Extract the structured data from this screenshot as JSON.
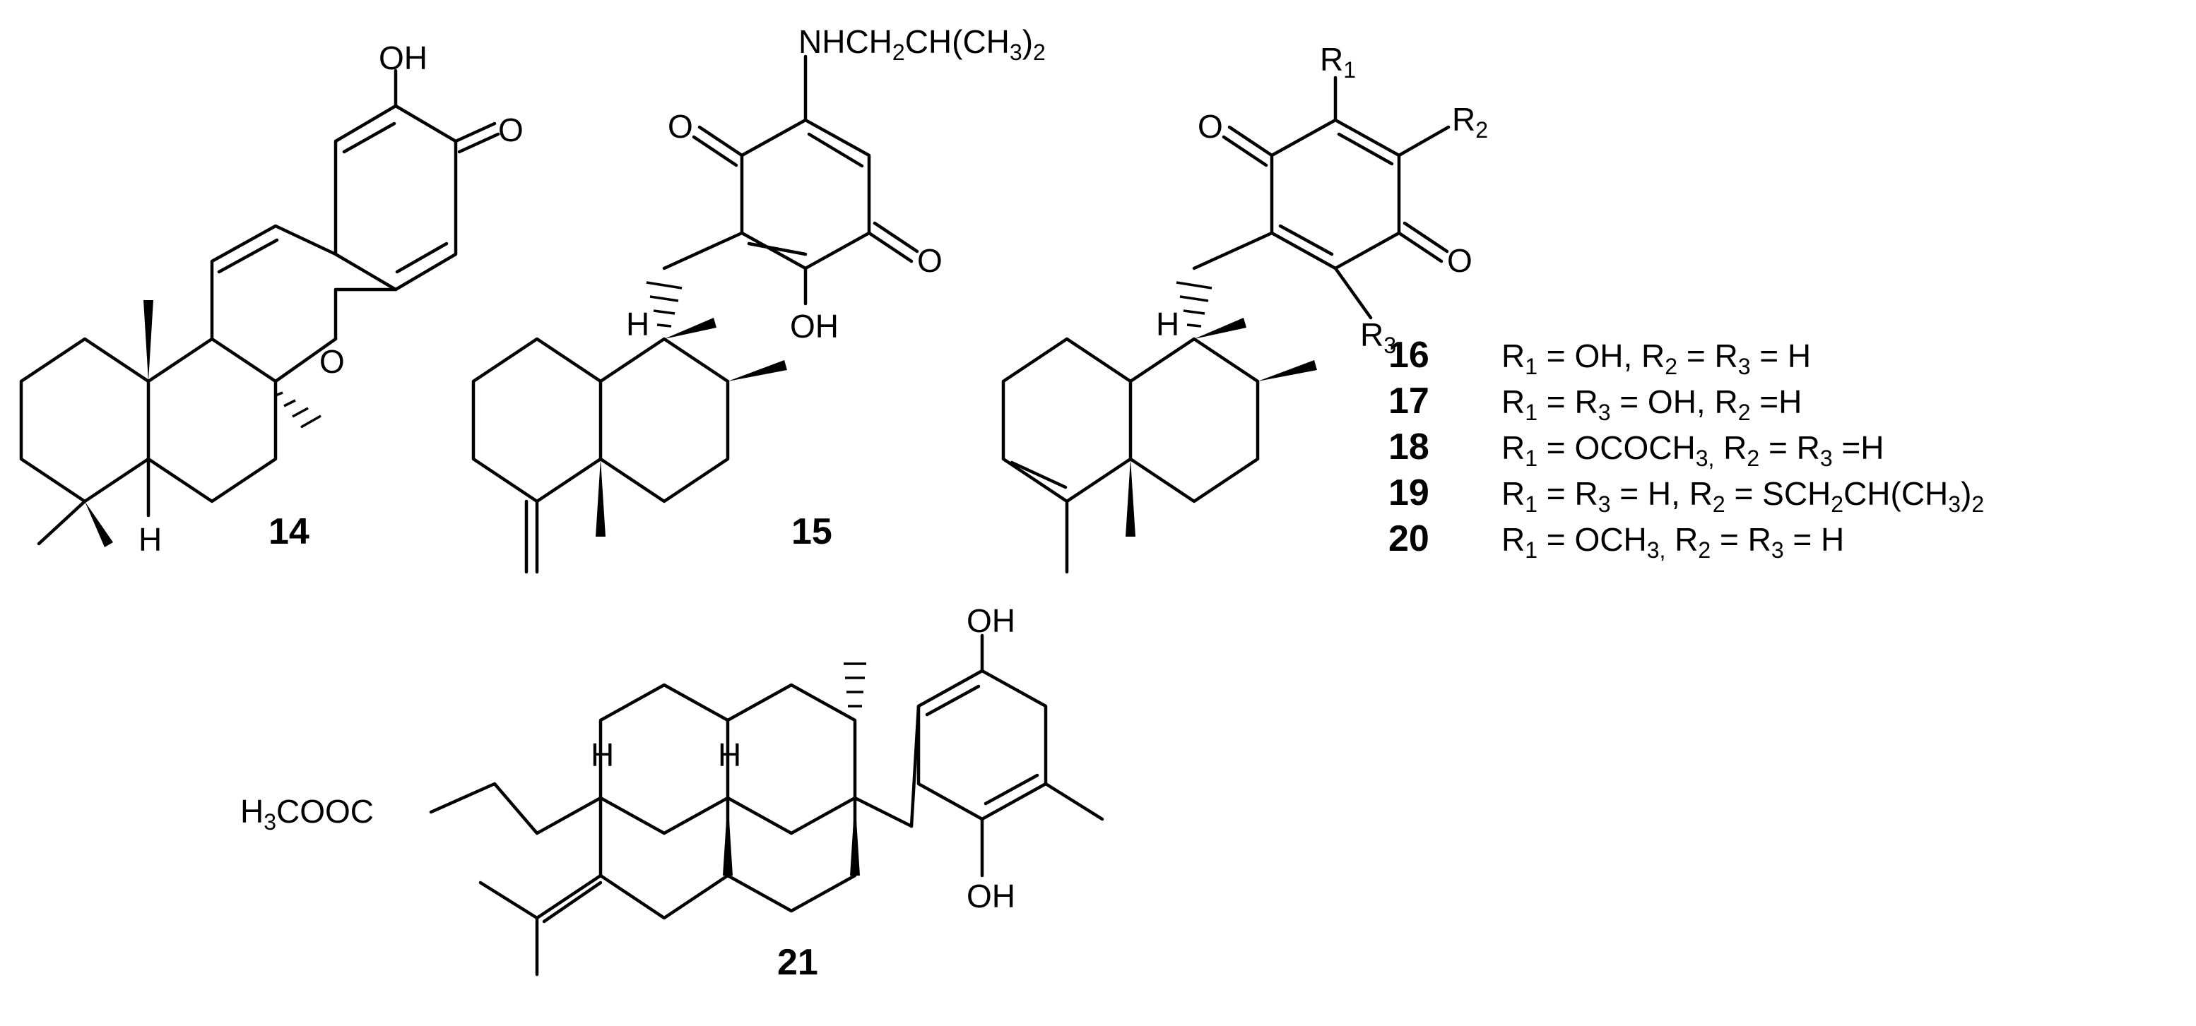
{
  "compounds": [
    {
      "id": "14",
      "labels": [
        "OH",
        "O",
        "O",
        "H"
      ]
    },
    {
      "id": "15",
      "labels": [
        "NHCH",
        "2",
        "CH(CH",
        "3",
        ")",
        "2",
        "O",
        "O",
        "OH",
        "H"
      ]
    },
    {
      "id": "16-20",
      "labels": [
        "R",
        "1",
        "R",
        "2",
        "R",
        "3",
        "O",
        "O",
        "H"
      ]
    },
    {
      "id": "21",
      "labels": [
        "OH",
        "OH",
        "H",
        "3",
        "COOC",
        "H",
        "H"
      ]
    }
  ],
  "table": [
    {
      "id": "16",
      "parts": [
        [
          "R",
          ""
        ],
        [
          "1",
          "sub"
        ],
        [
          " = OH, R",
          ""
        ],
        [
          "2",
          "sub"
        ],
        [
          " = R",
          ""
        ],
        [
          "3",
          "sub"
        ],
        [
          " = H",
          ""
        ]
      ]
    },
    {
      "id": "17",
      "parts": [
        [
          "R",
          ""
        ],
        [
          "1",
          "sub"
        ],
        [
          " = R",
          ""
        ],
        [
          "3",
          "sub"
        ],
        [
          " = OH, R",
          ""
        ],
        [
          "2",
          "sub"
        ],
        [
          " =H",
          ""
        ]
      ]
    },
    {
      "id": "18",
      "parts": [
        [
          "R",
          ""
        ],
        [
          "1",
          "sub"
        ],
        [
          " = OCOCH",
          ""
        ],
        [
          "3,",
          "sub"
        ],
        [
          " R",
          ""
        ],
        [
          "2",
          "sub"
        ],
        [
          " = R",
          ""
        ],
        [
          "3",
          "sub"
        ],
        [
          " =H",
          ""
        ]
      ]
    },
    {
      "id": "19",
      "parts": [
        [
          "R",
          ""
        ],
        [
          "1",
          "sub"
        ],
        [
          " = R",
          ""
        ],
        [
          "3",
          "sub"
        ],
        [
          " = H, R",
          ""
        ],
        [
          "2",
          "sub"
        ],
        [
          " = SCH",
          ""
        ],
        [
          "2",
          "sub"
        ],
        [
          "CH(CH",
          ""
        ],
        [
          "3",
          "sub"
        ],
        [
          ")",
          ""
        ],
        [
          "2",
          "sub"
        ]
      ]
    },
    {
      "id": "20",
      "parts": [
        [
          "R",
          ""
        ],
        [
          "1",
          "sub"
        ],
        [
          " = OCH",
          ""
        ],
        [
          "3,",
          "sub"
        ],
        [
          " R",
          ""
        ],
        [
          "2",
          "sub"
        ],
        [
          " = R",
          ""
        ],
        [
          "3",
          "sub"
        ],
        [
          " = H",
          ""
        ]
      ]
    }
  ]
}
